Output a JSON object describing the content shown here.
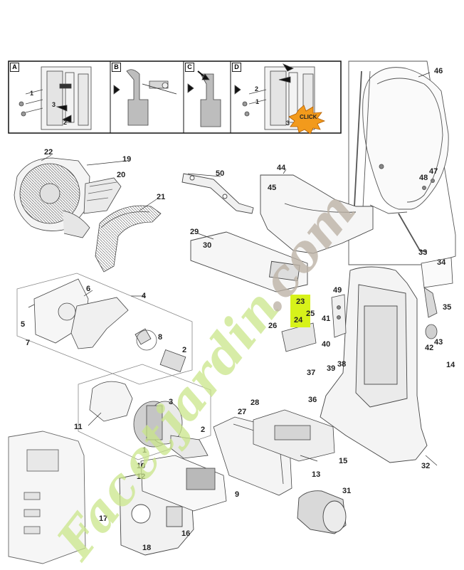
{
  "inset": {
    "panels": [
      "A",
      "B",
      "C",
      "D"
    ],
    "panelA_numbers": [
      "1",
      "2",
      "3"
    ],
    "panelD_numbers": [
      "1",
      "2",
      "3"
    ],
    "click_label": "CLICK"
  },
  "callouts": {
    "c1": "1",
    "c2": "2",
    "c2b": "2",
    "c3": "3",
    "c4": "4",
    "c5": "5",
    "c6": "6",
    "c7": "7",
    "c8": "8",
    "c9": "9",
    "c10": "10",
    "c11": "11",
    "c12": "12",
    "c13": "13",
    "c14": "14",
    "c15": "15",
    "c16": "16",
    "c17": "17",
    "c18": "18",
    "c19": "19",
    "c20": "20",
    "c21": "21",
    "c22": "22",
    "c23": "23",
    "c24": "24",
    "c25": "25",
    "c26": "26",
    "c27": "27",
    "c28": "28",
    "c29": "29",
    "c30": "30",
    "c31": "31",
    "c32": "32",
    "c33": "33",
    "c34": "34",
    "c35": "35",
    "c36": "36",
    "c37": "37",
    "c38": "38",
    "c39": "39",
    "c40": "40",
    "c41": "41",
    "c42": "42",
    "c43": "43",
    "c44": "44",
    "c45": "45",
    "c46": "46",
    "c47": "47",
    "c48": "48",
    "c49": "49",
    "c50": "50"
  },
  "watermark": {
    "line1": "Fac",
    "line2": "et",
    "line3": "jardin",
    "line4": ".com"
  },
  "colors": {
    "highlight": "#d7f21a",
    "click_burst": "#f29a1c",
    "watermark_green": "#c9e58a",
    "watermark_grey": "#bdb3a6",
    "line": "#333333"
  }
}
